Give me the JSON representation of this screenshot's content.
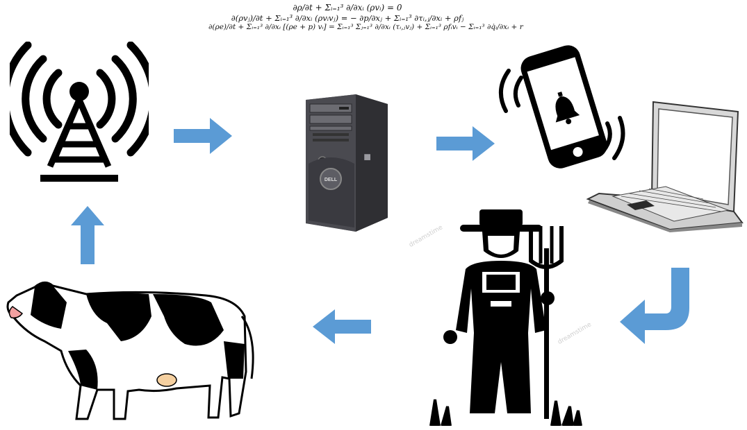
{
  "equations": [
    "∂ρ/∂t + Σᵢ₌₁³ ∂/∂xᵢ (ρvᵢ) = 0",
    "∂(ρvⱼ)/∂t + Σᵢ₌₁³ ∂/∂xᵢ (ρvᵢvⱼ) = − ∂p/∂xⱼ + Σᵢ₌₁³ ∂τᵢ,ⱼ/∂xᵢ + ρfⱼ",
    "∂(ρe)/∂t + Σᵢ₌₁³ ∂/∂xᵢ [(ρe + p) vᵢ] = Σᵢ₌₁³ Σⱼ₌₁³ ∂/∂xᵢ (τᵢ,ⱼvⱼ) + Σᵢ₌₁³ ρfᵢvᵢ − Σᵢ₌₁³ ∂q̇ᵢ/∂xᵢ + r"
  ],
  "server_badge": "DELL",
  "watermark": "dreamstime",
  "colors": {
    "arrow": "#5b9bd5",
    "ink": "#000000",
    "tower_line": "#000000",
    "server_body": "#3e3e42"
  },
  "icons": [
    "antenna-tower-icon",
    "server-tower-icon",
    "smartphone-notification-icon",
    "laptop-icon",
    "farmer-with-pitchfork-icon",
    "cow-icon"
  ]
}
